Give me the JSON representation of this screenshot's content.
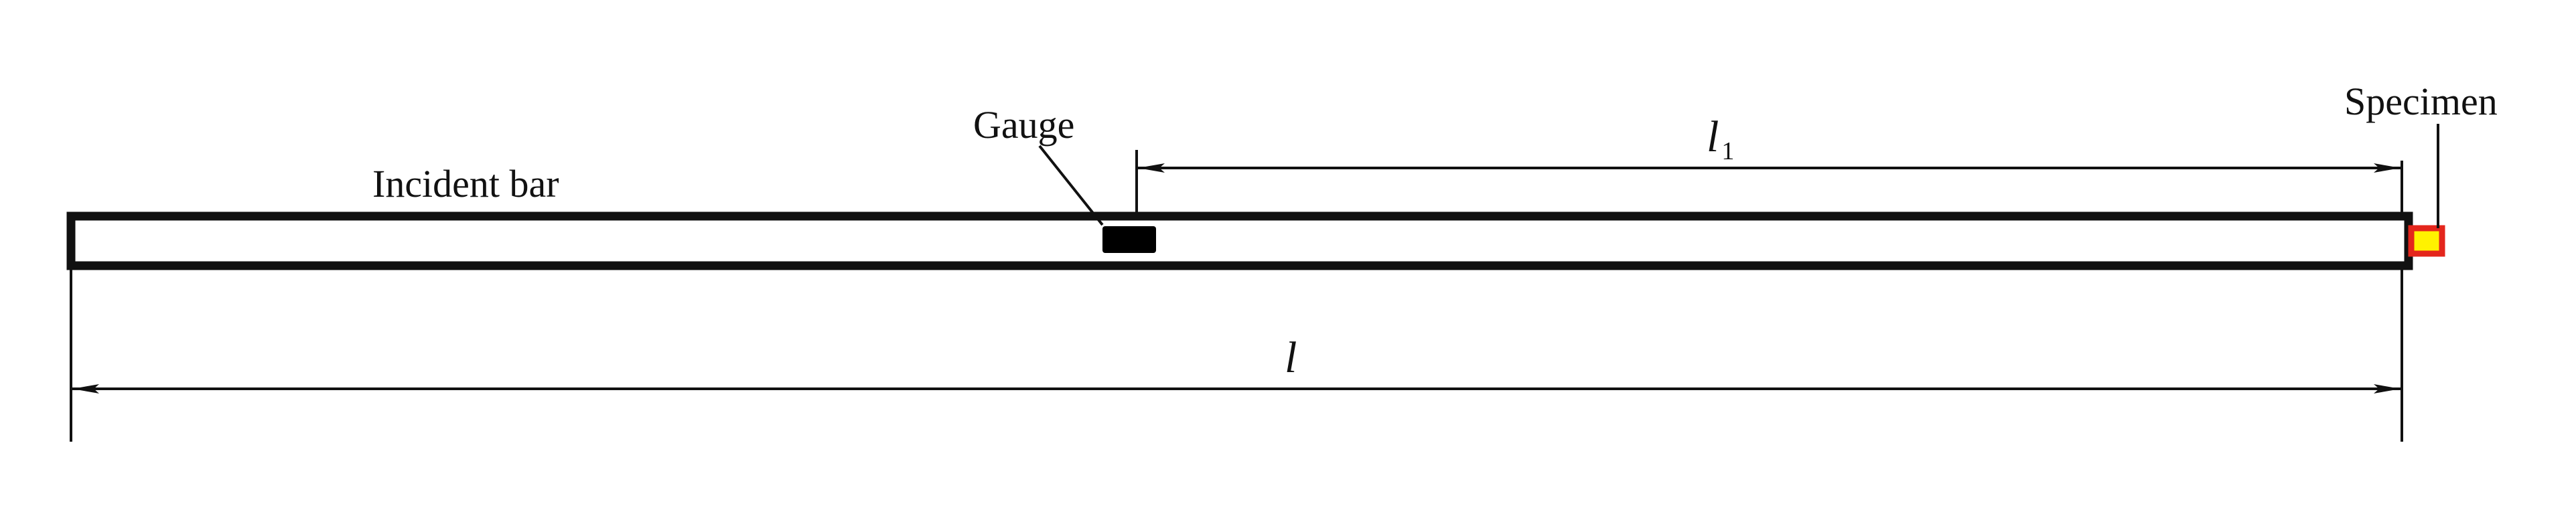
{
  "labels": {
    "incident_bar": "Incident bar",
    "gauge": "Gauge",
    "specimen": "Specimen",
    "dim_l1_var": "l",
    "dim_l1_sub": "1",
    "dim_l": "l"
  },
  "colors": {
    "line": "#111111",
    "bar_fill": "#ffffff",
    "gauge_fill": "#000000",
    "specimen_stroke": "#e4261c",
    "specimen_fill": "#fff200"
  }
}
